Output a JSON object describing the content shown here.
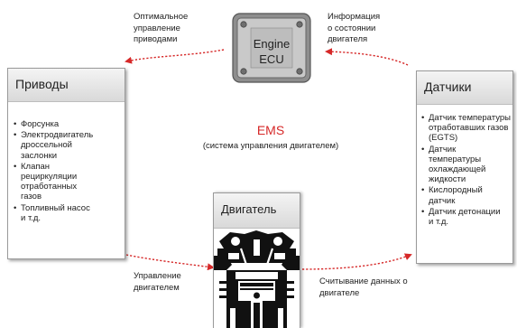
{
  "colors": {
    "arrow": "#d62828",
    "accent": "#d62828"
  },
  "ecu": {
    "line1": "Engine",
    "line2": "ECU"
  },
  "captions": {
    "top_left": [
      "Оптимальное",
      "управление",
      "приводами"
    ],
    "top_right": [
      "Информация",
      "о состоянии",
      "двигателя"
    ],
    "bottom_left": [
      "Управление",
      "двигателем"
    ],
    "bottom_right": [
      "Считывание  данных о",
      "двигателе"
    ]
  },
  "actuators": {
    "title": "Приводы",
    "items": [
      [
        "Форсунка"
      ],
      [
        "Электродвигатель",
        "дроссельной",
        "заслонки"
      ],
      [
        "Клапан",
        "рециркуляции",
        "отработанных",
        "газов"
      ],
      [
        "Топливный насос",
        "и т.д."
      ]
    ]
  },
  "sensors": {
    "title": "Датчики",
    "items": [
      [
        "Датчик температуры",
        "отработавших газов",
        "(EGTS)"
      ],
      [
        "Датчик",
        "температуры",
        "охлаждающей",
        "жидкости"
      ],
      [
        "Кислородный",
        "датчик"
      ],
      [
        "Датчик детонации",
        "и т.д."
      ]
    ]
  },
  "ems": {
    "title": "EMS",
    "subtitle": "(система управления двигателем)"
  },
  "engine": {
    "title": "Двигатель",
    "icon": "engine-cross-section-icon"
  }
}
